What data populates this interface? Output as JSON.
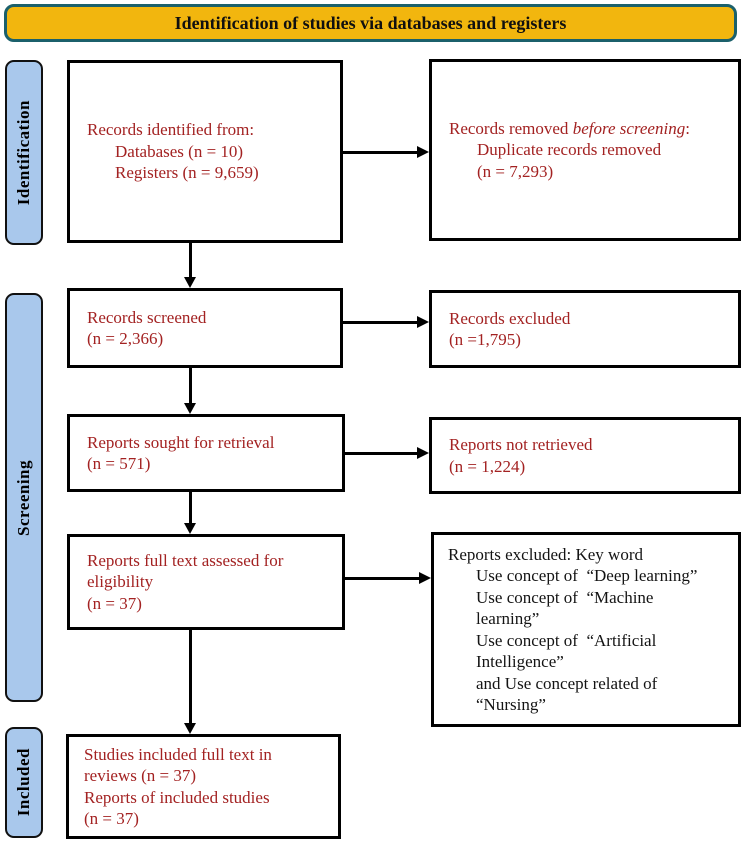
{
  "banner": {
    "title": "Identification of studies via databases and registers"
  },
  "stages": {
    "identification": "Identification",
    "screening": "Screening",
    "included": "Included"
  },
  "colors": {
    "banner_bg": "#F2B60E",
    "banner_border": "#1B606B",
    "stage_bg": "#A9C8EC",
    "box_text_red": "#A32222",
    "box_text_black": "#141414",
    "box_border": "#000000"
  },
  "boxes": {
    "records_identified": {
      "line1": "Records identified from:",
      "line2": "Databases (n = 10)",
      "line3": "Registers (n = 9,659)"
    },
    "records_removed": {
      "line1_pre": "Records removed ",
      "line1_italic": "before screening",
      "line1_post": ":",
      "line2": "Duplicate records removed",
      "line3": "(n = 7,293)"
    },
    "records_screened": {
      "line1": "Records screened",
      "line2": "(n = 2,366)"
    },
    "records_excluded": {
      "line1": "Records excluded",
      "line2": "(n =1,795)"
    },
    "reports_sought": {
      "line1": "Reports sought for retrieval",
      "line2": "(n = 571)"
    },
    "reports_not_retrieved": {
      "line1": "Reports not retrieved",
      "line2": "(n = 1,224)"
    },
    "reports_assessed": {
      "line1": "Reports full text assessed for",
      "line2": "eligibility",
      "line3": "(n = 37)"
    },
    "reports_excluded_keywords": {
      "line1": "Reports excluded: Key word",
      "line2": "Use concept of  “Deep learning”",
      "line3": "Use concept of  “Machine",
      "line4": "learning”",
      "line5": "Use concept of  “Artificial",
      "line6": "Intelligence”",
      "line7": "and Use concept related of",
      "line8": "“Nursing”"
    },
    "studies_included": {
      "line1": "Studies included full text in",
      "line2": "reviews (n = 37)",
      "line3": "Reports of included studies",
      "line4": "(n = 37)"
    }
  }
}
